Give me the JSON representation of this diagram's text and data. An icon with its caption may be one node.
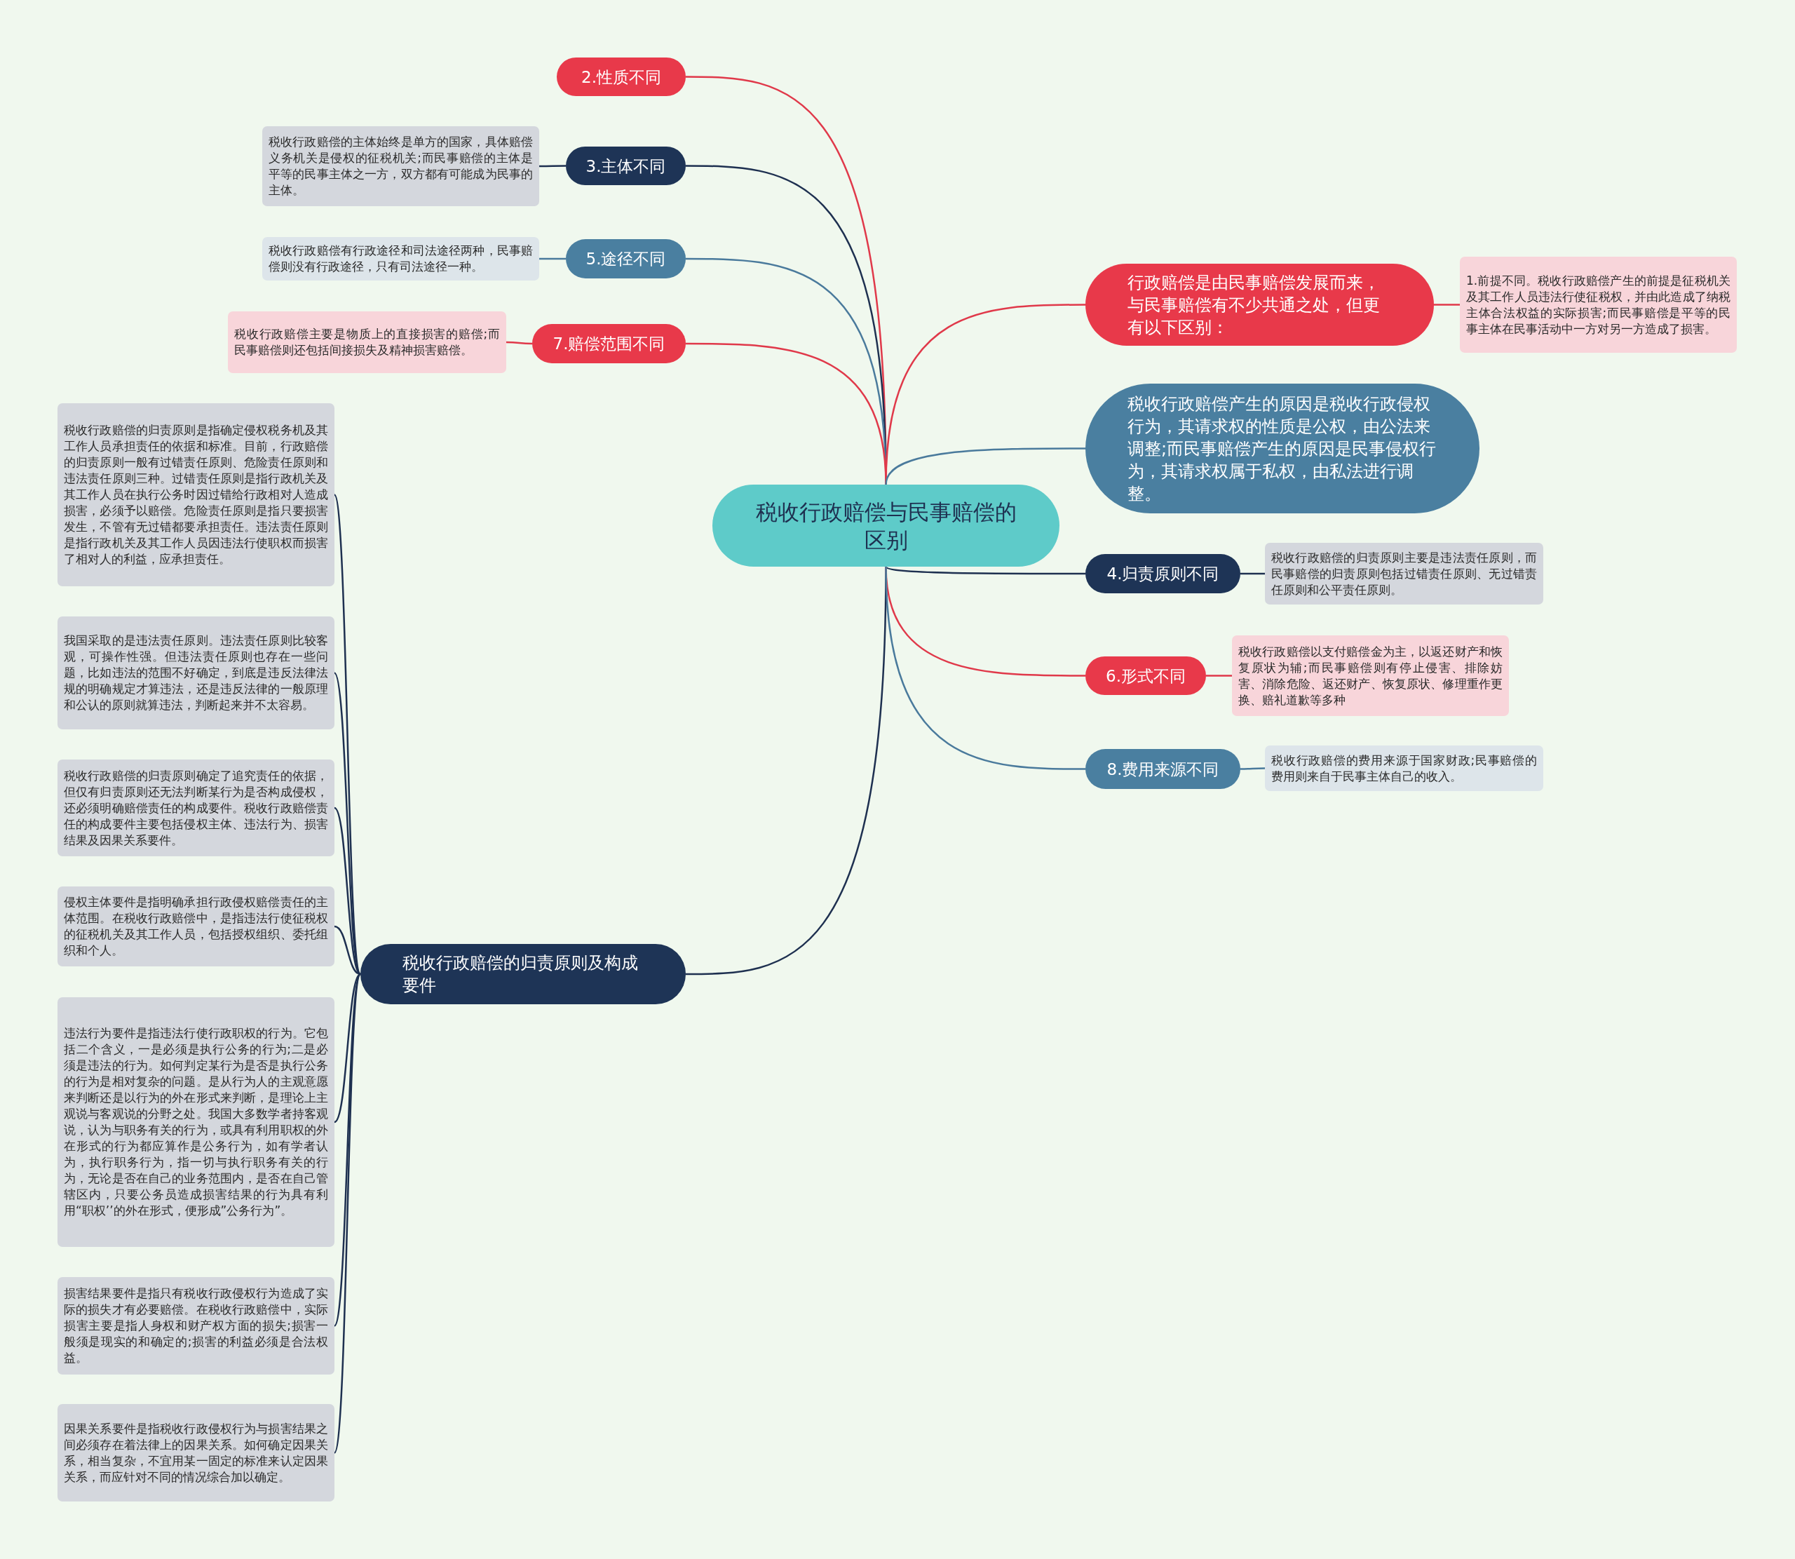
{
  "diagram": {
    "nodes": [
      {
        "text": [
          "税收行政赔偿与民事赔偿的区别"
        ]
      },
      {
        "text": [
          "2.性质不同"
        ]
      },
      {
        "text": [
          "3.主体不同"
        ]
      },
      {
        "text": [
          "税收行政赔偿的主体始终是单方的国家，具体赔偿义务机关是侵权的征税机关;而民事赔偿的主体是平等的民事主体之一方，双方都有可能成为民事的主体。"
        ]
      },
      {
        "text": [
          "5.途径不同"
        ]
      },
      {
        "text": [
          "税收行政赔偿有行政途径和司法途径两种，民事赔偿则没有行政途径，只有司法途径一种。"
        ]
      },
      {
        "text": [
          "7.赔偿范围不同"
        ]
      },
      {
        "text": [
          "税收行政赔偿主要是物质上的直接损害的赔偿;而民事赔偿则还包括间接损失及精神损害赔偿。"
        ]
      },
      {
        "text": [
          "税收行政赔偿的归责原则及构成要件"
        ]
      },
      {
        "text": [
          "税收行政赔偿的归责原则是指确定侵权税务机及其工作人员承担责任的依据和标准。目前，行政赔偿的归责原则一般有过错责任原则、危险责任原则和违法责任原则三种。过错责任原则是指行政机关及其工作人员在执行公务时因过错给行政相对人造成损害，必须予以赔偿。危险责任原则是指只要损害发生，不管有无过错都要承担责任。违法责任原则是指行政机关及其工作人员因违法行使职权而损害了相对人的利益，应承担责任。"
        ]
      },
      {
        "text": [
          "我国采取的是违法责任原则。违法责任原则比较客观，可操作性强。但违法责任原则也存在一些问题，比如违法的范围不好确定，到底是违反法律法规的明确规定才算违法，还是违反法律的一般原理和公认的原则就算违法，判断起来并不太容易。"
        ]
      },
      {
        "text": [
          "税收行政赔偿的归责原则确定了追究责任的依据，但仅有归责原则还无法判断某行为是否构成侵权，还必须明确赔偿责任的构成要件。税收行政赔偿责任的构成要件主要包括侵权主体、违法行为、损害结果及因果关系要件。"
        ]
      },
      {
        "text": [
          "侵权主体要件是指明确承担行政侵权赔偿责任的主体范围。在税收行政赔偿中，是指违法行使征税权的征税机关及其工作人员，包括授权组织、委托组织和个人。"
        ]
      },
      {
        "text": [
          "违法行为要件是指违法行使行政职权的行为。它包括二个含义，一是必须是执行公务的行为;二是必须是违法的行为。如何判定某行为是否是执行公务的行为是相对复杂的问题。是从行为人的主观意愿来判断还是以行为的外在形式来判断，是理论上主观说与客观说的分野之处。我国大多数学者持客观说，认为与职务有关的行为，或具有利用职权的外在形式的行为都应算作是公务行为，如有学者认为，执行职务行为，指一切与执行职务有关的行为，无论是否在自己的业务范围内，是否在自己管辖区内，只要公务员造成损害结果的行为具有利用“职权’’的外在形式，便形成”公务行为”。"
        ]
      },
      {
        "text": [
          "损害结果要件是指只有税收行政侵权行为造成了实际的损失才有必要赔偿。在税收行政赔偿中，实际损害主要是指人身权和财产权方面的损失;损害一般须是现实的和确定的;损害的利益必须是合法权益。"
        ]
      },
      {
        "text": [
          "因果关系要件是指税收行政侵权行为与损害结果之间必须存在着法律上的因果关系。如何确定因果关系，相当复杂，不宜用某一固定的标准来认定因果关系，而应针对不同的情况综合加以确定。"
        ]
      },
      {
        "text": [
          "行政赔偿是由民事赔偿发展而来，与民事赔偿有不少共通之处，但更有以下区别："
        ]
      },
      {
        "text": [
          "1.前提不同。税收行政赔偿产生的前提是征税机关及其工作人员违法行使征税权，并由此造成了纳税主体合法权益的实际损害;而民事赔偿是平等的民事主体在民事活动中一方对另一方造成了损害。"
        ]
      },
      {
        "text": [
          "税收行政赔偿产生的原因是税收行政侵权行为，其请求权的性质是公权，由公法来调整;而民事赔偿产生的原因是民事侵权行为，其请求权属于私权，由私法进行调整。"
        ]
      },
      {
        "text": [
          "4.归责原则不同"
        ]
      },
      {
        "text": [
          "税收行政赔偿的归责原则主要是违法责任原则，而民事赔偿的归责原则包括过错责任原则、无过错责任原则和公平责任原则。"
        ]
      },
      {
        "text": [
          "6.形式不同"
        ]
      },
      {
        "text": [
          "税收行政赔偿以支付赔偿金为主，以返还财产和恢复原状为辅;而民事赔偿则有停止侵害、排除妨害、消除危险、返还财产、恢复原状、修理重作更换、赔礼道歉等多种"
        ]
      },
      {
        "text": [
          "8.费用来源不同"
        ]
      },
      {
        "text": [
          "税收行政赔偿的费用来源于国家财政;民事赔偿的费用则来自于民事主体自己的收入。"
        ]
      }
    ],
    "edges": [
      {
        "from": 0,
        "to": 1,
        "arrow": "none",
        "color": "#e0394a"
      },
      {
        "from": 0,
        "to": 2,
        "arrow": "none"
      },
      {
        "from": 2,
        "to": 3,
        "arrow": "none"
      },
      {
        "from": 0,
        "to": 4,
        "arrow": "none",
        "color": "#4a7a9c"
      },
      {
        "from": 4,
        "to": 5,
        "arrow": "none",
        "color": "#4a7a9c"
      },
      {
        "from": 0,
        "to": 6,
        "arrow": "none",
        "color": "#e0394a"
      },
      {
        "from": 6,
        "to": 7,
        "arrow": "none",
        "color": "#e0394a"
      },
      {
        "from": 0,
        "to": 8,
        "arrow": "none"
      },
      {
        "from": 8,
        "to": 9,
        "arrow": "none"
      },
      {
        "from": 8,
        "to": 10,
        "arrow": "none"
      },
      {
        "from": 8,
        "to": 11,
        "arrow": "none"
      },
      {
        "from": 8,
        "to": 12,
        "arrow": "none"
      },
      {
        "from": 8,
        "to": 13,
        "arrow": "none"
      },
      {
        "from": 8,
        "to": 14,
        "arrow": "none"
      },
      {
        "from": 8,
        "to": 15,
        "arrow": "none"
      },
      {
        "from": 0,
        "to": 16,
        "arrow": "none",
        "color": "#e0394a"
      },
      {
        "from": 16,
        "to": 17,
        "arrow": "none",
        "color": "#e0394a"
      },
      {
        "from": 0,
        "to": 18,
        "arrow": "none",
        "color": "#4a7a9c"
      },
      {
        "from": 0,
        "to": 19,
        "arrow": "none"
      },
      {
        "from": 19,
        "to": 20,
        "arrow": "none"
      },
      {
        "from": 0,
        "to": 21,
        "arrow": "none",
        "color": "#e0394a"
      },
      {
        "from": 21,
        "to": 22,
        "arrow": "none",
        "color": "#e0394a"
      },
      {
        "from": 0,
        "to": 23,
        "arrow": "none",
        "color": "#4a7a9c"
      },
      {
        "from": 23,
        "to": 24,
        "arrow": "none",
        "color": "#4a7a9c"
      }
    ]
  }
}
